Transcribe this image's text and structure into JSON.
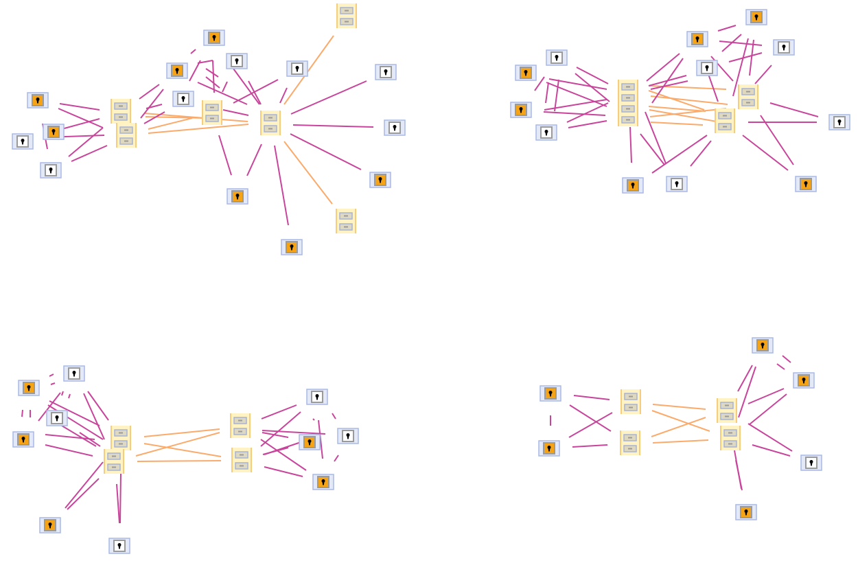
{
  "diagram": {
    "panels": [
      "network-graph-1",
      "network-graph-2",
      "network-graph-3",
      "network-graph-4"
    ],
    "icons": {
      "cabinet": "file-cabinet-icon",
      "lock_orange": "orange-keyhole-lock-icon",
      "lock_white": "white-keyhole-lock-icon"
    },
    "colors": {
      "edge_magenta": "#c8449b",
      "edge_orange": "#fbaa6a",
      "lock_frame_border": "#a9b8e6",
      "lock_frame_bg": "#e4e9f8",
      "lock_orange_fill": "#f5a418",
      "lock_inner_border": "#9a9a9a",
      "keyhole": "#000000",
      "cabinet_bg": "#fff3c4",
      "cabinet_side": "#f5cd7c",
      "drawer_fill": "#ddd8bf",
      "drawer_border": "#a6b2d4",
      "drawer_handle": "#9a9a9a"
    }
  }
}
